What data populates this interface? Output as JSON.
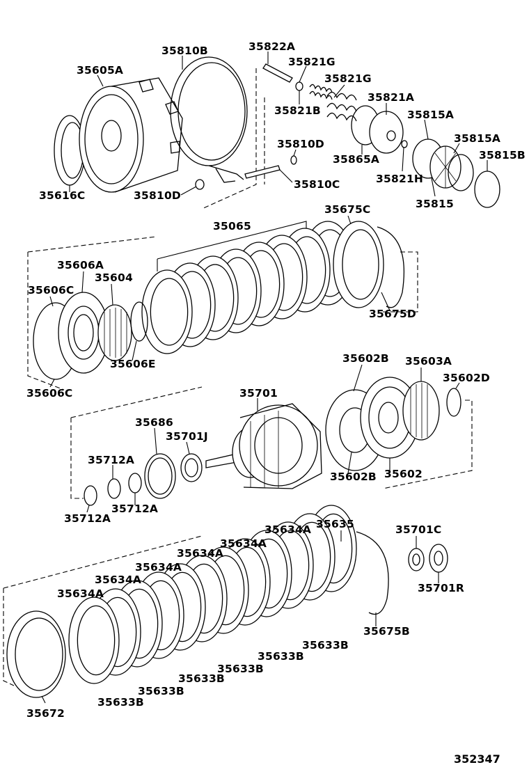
{
  "diagram_id": "352347",
  "labels": {
    "p35605A": "35605A",
    "p35810B": "35810B",
    "p35822A": "35822A",
    "p35821G_1": "35821G",
    "p35821G_2": "35821G",
    "p35821B": "35821B",
    "p35821A": "35821A",
    "p35815A_1": "35815A",
    "p35815A_2": "35815A",
    "p35815B": "35815B",
    "p35815": "35815",
    "p35810D_1": "35810D",
    "p35810D_2": "35810D",
    "p35865A": "35865A",
    "p35821H": "35821H",
    "p35810C": "35810C",
    "p35616C": "35616C",
    "p35065": "35065",
    "p35675C": "35675C",
    "p35675D": "35675D",
    "p35606A": "35606A",
    "p35604": "35604",
    "p35606C_1": "35606C",
    "p35606C_2": "35606C",
    "p35606E": "35606E",
    "p35602B_1": "35602B",
    "p35602B_2": "35602B",
    "p35603A": "35603A",
    "p35602D": "35602D",
    "p35602": "35602",
    "p35701": "35701",
    "p35686": "35686",
    "p35701J": "35701J",
    "p35712A_1": "35712A",
    "p35712A_2": "35712A",
    "p35712A_3": "35712A",
    "p35634A_1": "35634A",
    "p35634A_2": "35634A",
    "p35634A_3": "35634A",
    "p35634A_4": "35634A",
    "p35634A_5": "35634A",
    "p35634A_6": "35634A",
    "p35635": "35635",
    "p35701C": "35701C",
    "p35701R": "35701R",
    "p35633B_1": "35633B",
    "p35633B_2": "35633B",
    "p35633B_3": "35633B",
    "p35633B_4": "35633B",
    "p35633B_5": "35633B",
    "p35633B_6": "35633B",
    "p35675B": "35675B",
    "p35672": "35672"
  }
}
